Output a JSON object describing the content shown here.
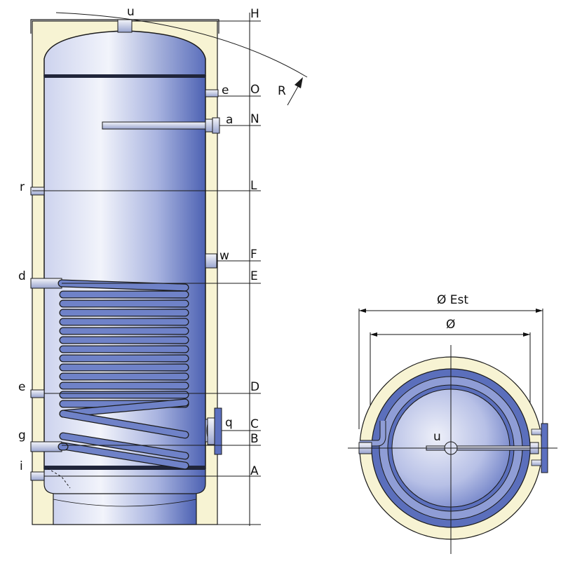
{
  "side_view": {
    "labels": {
      "u": "u",
      "e_top": "e",
      "a": "a",
      "r": "r",
      "w": "w",
      "d": "d",
      "e_low": "e",
      "q": "q",
      "g": "g",
      "i": "i",
      "R": "R"
    },
    "heights": {
      "H": "H",
      "O": "O",
      "N": "N",
      "L": "L",
      "F": "F",
      "E": "E",
      "D": "D",
      "C": "C",
      "B": "B",
      "A": "A"
    }
  },
  "top_view": {
    "outer_diameter": "Ø Est",
    "inner_diameter": "Ø",
    "u": "u"
  },
  "colors": {
    "insulation": "#f7f3d3",
    "tank_light": "#e9ecf8",
    "tank_dark": "#4e64b5",
    "coil": "#6f82c8",
    "outline": "#1a1a1a"
  }
}
